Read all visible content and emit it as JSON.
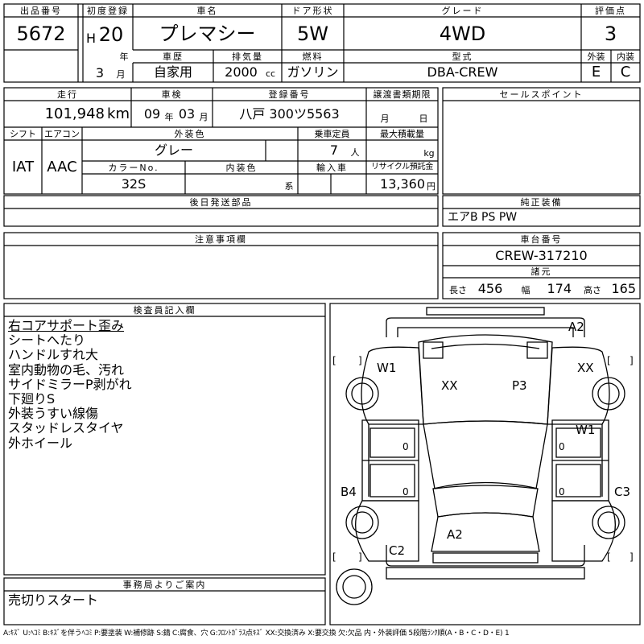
{
  "header": {
    "lot_no_label": "出品番号",
    "lot_no": "5672",
    "first_reg_label": "初度登録",
    "era": "H",
    "year": "20",
    "year_unit": "年",
    "month": "3",
    "month_unit": "月",
    "car_name_label": "車名",
    "car_name": "プレマシー",
    "door_label": "ドア形状",
    "door": "5W",
    "grade_label": "グレード",
    "grade": "4WD",
    "score_label": "評価点",
    "score": "3",
    "history_label": "車歴",
    "history": "自家用",
    "displacement_label": "排気量",
    "displacement": "2000",
    "displacement_unit": "cc",
    "fuel_label": "燃料",
    "fuel": "ガソリン",
    "model_label": "型式",
    "model": "DBA-CREW",
    "exterior_label": "外装",
    "exterior": "E",
    "interior_label": "内装",
    "interior": "C"
  },
  "row2": {
    "mileage_label": "走行",
    "mileage": "101,948",
    "mileage_unit": "km",
    "inspection_label": "車検",
    "insp_year": "09",
    "insp_year_unit": "年",
    "insp_month": "03",
    "insp_month_unit": "月",
    "plate_label": "登録番号",
    "plate": "八戸 300ツ5563",
    "transfer_label": "譲渡書類期限",
    "transfer_month_unit": "月",
    "transfer_day_unit": "日",
    "sales_point_label": "セールスポイント"
  },
  "row3": {
    "shift_label": "シフト",
    "shift": "IAT",
    "ac_label": "エアコン",
    "ac": "AAC",
    "ext_color_label": "外装色",
    "ext_color": "グレー",
    "capacity_label": "乗車定員",
    "capacity": "7",
    "capacity_unit": "人",
    "max_load_label": "最大積載量",
    "max_load_unit": "kg",
    "color_no_label": "カラーNo.",
    "color_no": "32S",
    "int_color_label": "内装色",
    "int_color_unit": "系",
    "import_label": "輸入車",
    "recycle_label": "リサイクル預託金",
    "recycle": "13,360",
    "recycle_unit": "円"
  },
  "later_parts_label": "後日発送部品",
  "genuine_label": "純正装備",
  "genuine": "エアB PS PW",
  "caution_label": "注意事項欄",
  "chassis_label": "車台番号",
  "chassis": "CREW-317210",
  "spec_label": "諸元",
  "length_label": "長さ",
  "length": "456",
  "width_label": "幅",
  "width": "174",
  "height_label": "高さ",
  "height": "165",
  "inspector_label": "検査員記入欄",
  "inspector_notes": [
    "右コアサポート歪み",
    "シートへたり",
    "ハンドルすれ大",
    "室内動物の毛、汚れ",
    "サイドミラーP剥がれ",
    "下廻りS",
    "外装うすい線傷",
    "スタッドレスタイヤ",
    "外ホイール"
  ],
  "office_label": "事務局よりご案内",
  "office_note": "売切りスタート",
  "diagram_marks": {
    "front": "A2",
    "w1_left": "W1",
    "xx_right": "XX",
    "xx_hood_left": "XX",
    "p3_hood_right": "P3",
    "w1_right": "W1",
    "b4": "B4",
    "c3": "C3",
    "a2_rear": "A2",
    "c2": "C2",
    "door_zero": "0",
    "bracket_open": "[",
    "bracket_close": "]"
  },
  "legend": "A:ｷｽﾞ U:ﾍｺﾐ B:ｷｽﾞを伴うﾍｺﾐ P:要塗装 W:補修跡 S:錆 C:腐食、穴 G:ﾌﾛﾝﾄｶﾞﾗｽ点ｷｽﾞ XX:交換済み X:要交換 欠:欠品 内・外装評価 5段階ﾗﾝｸ順(A・B・C・D・E) 1"
}
